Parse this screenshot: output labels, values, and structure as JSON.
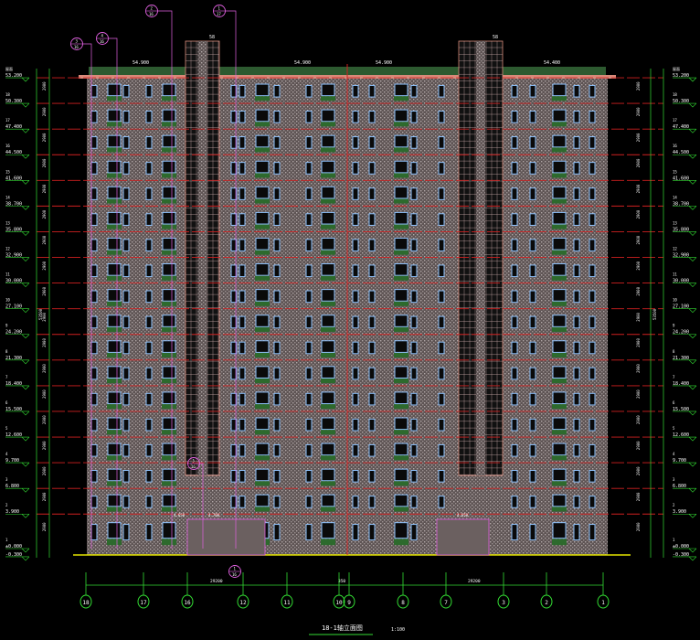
{
  "drawing": {
    "title": "18-1轴立面图",
    "scale": "1:100",
    "colors": {
      "background": "#000000",
      "grid": "#33dd33",
      "floor_line": "#d02020",
      "window": "#8fc4ff",
      "balcony": "#2d6a2d",
      "callout": "#e060e0",
      "wall": "#7a6e6e",
      "roof": "#d98a7a",
      "ground": "#e6e600"
    }
  },
  "elevations": [
    {
      "floor": "屋面",
      "value": "53.200"
    },
    {
      "floor": "18",
      "value": "50.300"
    },
    {
      "floor": "17",
      "value": "47.400"
    },
    {
      "floor": "16",
      "value": "44.500"
    },
    {
      "floor": "15",
      "value": "41.600"
    },
    {
      "floor": "14",
      "value": "38.700"
    },
    {
      "floor": "13",
      "value": "35.800"
    },
    {
      "floor": "12",
      "value": "32.900"
    },
    {
      "floor": "11",
      "value": "30.000"
    },
    {
      "floor": "10",
      "value": "27.100"
    },
    {
      "floor": "9",
      "value": "24.200"
    },
    {
      "floor": "8",
      "value": "21.300"
    },
    {
      "floor": "7",
      "value": "18.400"
    },
    {
      "floor": "6",
      "value": "15.500"
    },
    {
      "floor": "5",
      "value": "12.600"
    },
    {
      "floor": "4",
      "value": "9.700"
    },
    {
      "floor": "3",
      "value": "6.800"
    },
    {
      "floor": "2",
      "value": "3.900"
    },
    {
      "floor": "1",
      "value": "±0.000"
    },
    {
      "floor": "",
      "value": "-0.300"
    }
  ],
  "floor_dimension": "2900",
  "total_dimension": "53500",
  "roof_levels": [
    "54.900",
    "54.900",
    "54.900",
    "54.400"
  ],
  "tower_levels": [
    "58",
    "58"
  ],
  "canopy_levels": [
    "4.650",
    "4.700",
    "4.650"
  ],
  "grid_axes": [
    "18",
    "17",
    "16",
    "12",
    "11",
    "10",
    "9",
    "8",
    "7",
    "3",
    "2",
    "1"
  ],
  "overall_dimensions": [
    "29200",
    "350",
    "29200"
  ],
  "callouts": [
    {
      "top": "3",
      "bottom": "16"
    },
    {
      "top": "4",
      "bottom": "16"
    },
    {
      "top": "2",
      "bottom": "16"
    },
    {
      "top": "1",
      "bottom": "17"
    },
    {
      "top": "5",
      "bottom": "16"
    },
    {
      "top": "1",
      "bottom": "16"
    }
  ]
}
